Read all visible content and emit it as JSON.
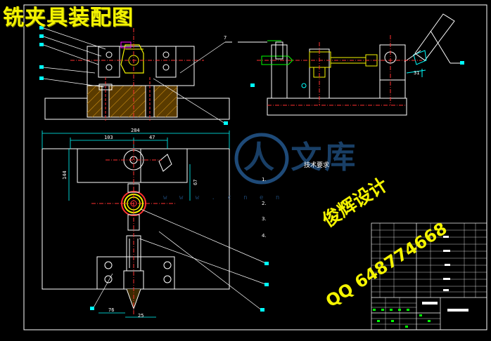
{
  "title": "铣夹具装配图",
  "dimensions": {
    "overall_width": "284",
    "left_offset": "103",
    "right_offset": "47",
    "height_left": "144",
    "height_right": "67",
    "bottom_a": "76",
    "bottom_b": "25",
    "top_balloon": "7",
    "right_angle": "31"
  },
  "technical_notes": {
    "heading": "技术要求",
    "items": [
      "1.  ",
      "2.  ",
      "3.  ",
      "4.  "
    ]
  },
  "watermark": {
    "chinese": "人 文库",
    "url": "w w w . c n e n"
  },
  "stamp": {
    "name": "俊辉设计",
    "qq": "QQ 648774668"
  },
  "colors": {
    "background": "#000000",
    "frame": "#ffffff",
    "dimension": "#00ffff",
    "part_outline": "#ffffff",
    "yellow": "#f4f400",
    "red": "#ff3030",
    "green": "#00ff00",
    "magenta": "#ff00ff",
    "hatch": "#8a5a00"
  }
}
